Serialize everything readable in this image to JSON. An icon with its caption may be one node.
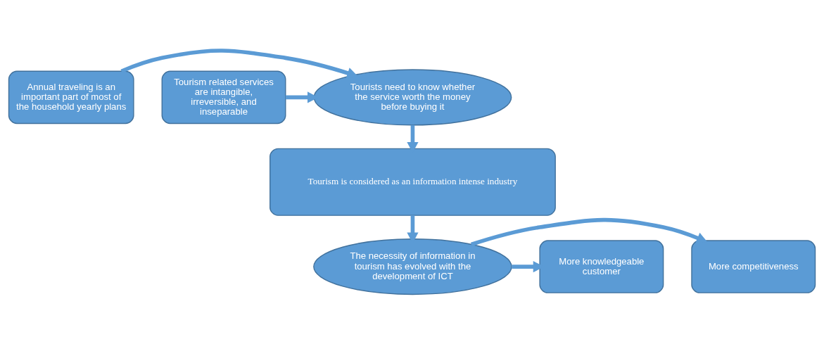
{
  "diagram": {
    "nodes": [
      {
        "text": [
          "Annual traveling is an important part of most of the household yearly plans"
        ]
      },
      {
        "text": [
          "Tourists need to know whether the service worth the money before buying it"
        ]
      },
      {
        "text": [
          "Tourism related services are intangible, irreversible, and inseparable"
        ]
      },
      {
        "text": [
          "Tourism is considered as an information intense industry"
        ]
      },
      {
        "text": [
          "The necessity of information in tourism has evolved with the development of ICT"
        ]
      },
      {
        "text": [
          "More competitiveness"
        ]
      },
      {
        "text": [
          "More knowledgeable customer"
        ]
      }
    ],
    "edges": [
      {
        "from": 0,
        "to": 1,
        "arrow": "to"
      },
      {
        "from": 2,
        "to": 1,
        "arrow": "to"
      },
      {
        "from": 1,
        "to": 3,
        "arrow": "to"
      },
      {
        "from": 3,
        "to": 4,
        "arrow": "to"
      },
      {
        "from": 4,
        "to": 5,
        "arrow": "to"
      },
      {
        "from": 4,
        "to": 6,
        "arrow": "to"
      }
    ]
  }
}
